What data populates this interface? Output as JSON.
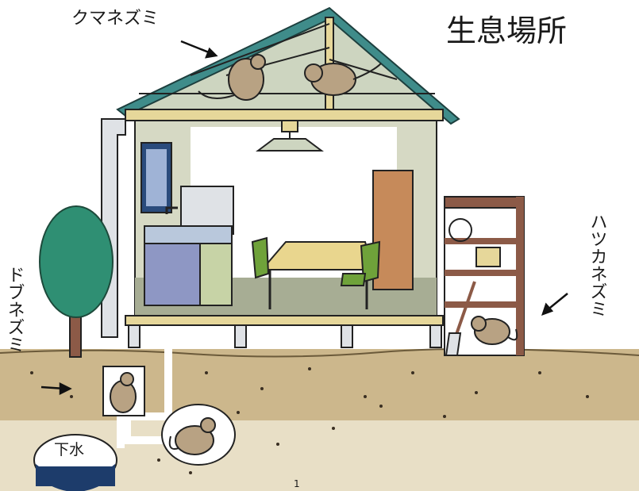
{
  "title": "生息場所",
  "labels": {
    "roof_rat": "クマネズミ",
    "house_mouse": "ハツカネズミ",
    "norway_rat": "ドブネズミ",
    "sewer": "下水"
  },
  "page_number": "1",
  "colors": {
    "roof": "#3f8c8a",
    "attic_wall": "#cfd6c2",
    "interior_wall": "#d3d6bf",
    "floor": "#a8ae94",
    "cabinet": "#8e97c4",
    "shed": "#8c5a47",
    "ground": "#c9b286",
    "tree": "#2f8f73",
    "rodent": "#b8a283",
    "sewer_water": "#1d3c6b",
    "wood_beam": "#e6d79a"
  },
  "icons": [
    "roof-rat-icon",
    "house-mouse-icon",
    "norway-rat-icon",
    "tree-icon",
    "ceiling-lamp-icon",
    "dining-table-icon",
    "chair-icon",
    "sink-icon",
    "shovel-icon"
  ]
}
